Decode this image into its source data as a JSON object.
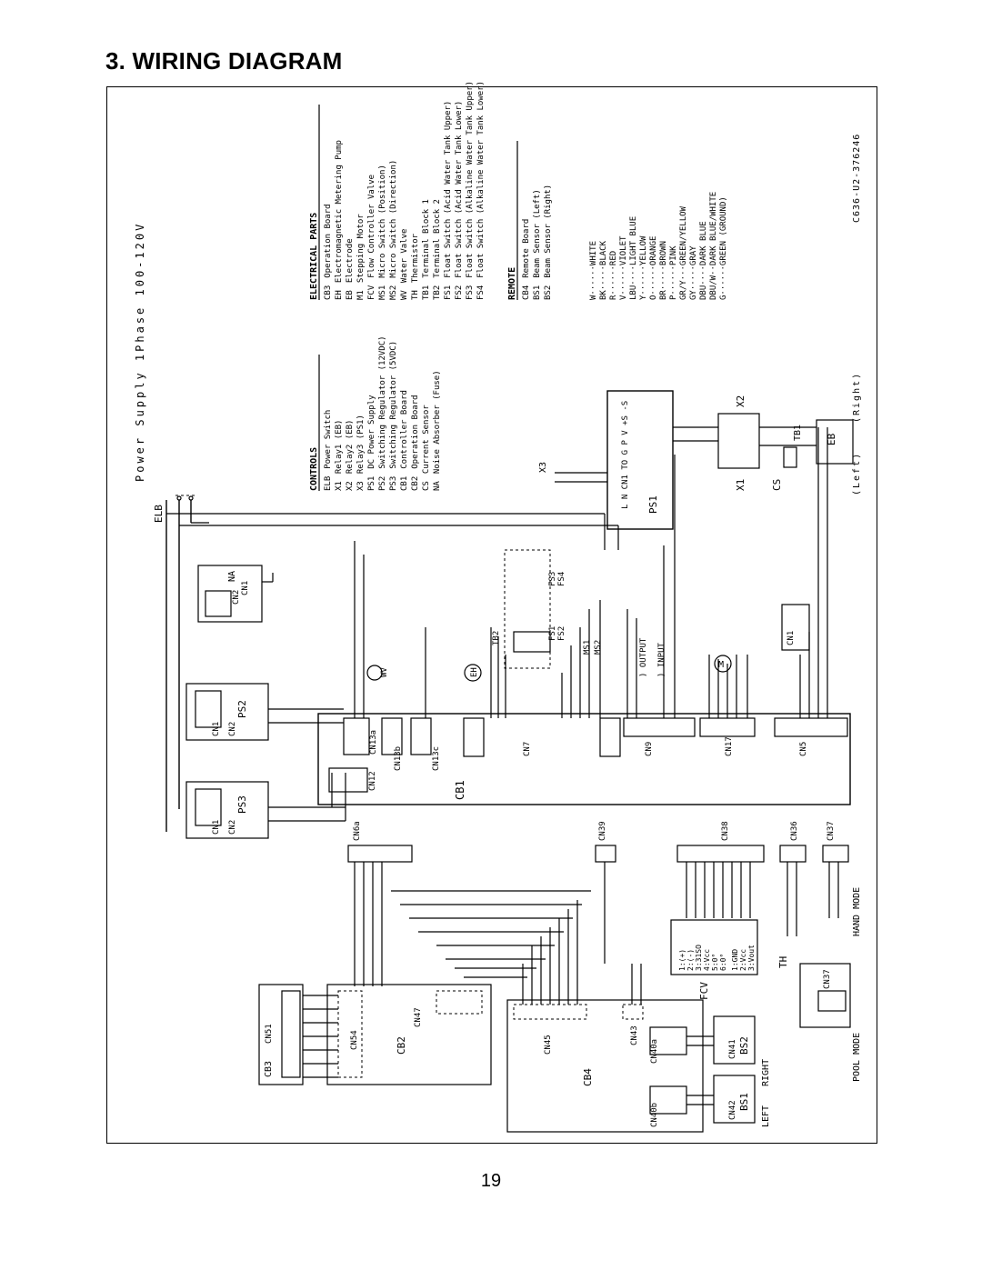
{
  "page": {
    "title": "3. WIRING DIAGRAM",
    "page_number": "19",
    "drawing_code": "C636-U2-376246"
  },
  "power": {
    "supply": "Power Supply 1Phase 100-120V",
    "elb": "ELB",
    "wires": [
      "W",
      "BK",
      "G"
    ]
  },
  "controls": {
    "header": "CONTROLS",
    "items": [
      {
        "code": "ELB",
        "desc": "Power Switch"
      },
      {
        "code": "X1",
        "desc": "Relay1 (EB)"
      },
      {
        "code": "X2",
        "desc": "Relay2 (EB)"
      },
      {
        "code": "X3",
        "desc": "Relay3 (PS1)"
      },
      {
        "code": "PS1",
        "desc": "DC Power Supply"
      },
      {
        "code": "PS2",
        "desc": "Switching Regulator (12VDC)"
      },
      {
        "code": "PS3",
        "desc": "Switching Regulator (5VDC)"
      },
      {
        "code": "CB1",
        "desc": "Controller Board"
      },
      {
        "code": "CB2",
        "desc": "Operation Board"
      },
      {
        "code": "CS",
        "desc": "Current Sensor"
      },
      {
        "code": "NA",
        "desc": "Noise Absorber (Fuse)"
      }
    ]
  },
  "electrical": {
    "header": "ELECTRICAL PARTS",
    "items": [
      {
        "code": "CB3",
        "desc": "Operation Board"
      },
      {
        "code": "EH",
        "desc": "Electromagnetic Metering Pump"
      },
      {
        "code": "EB",
        "desc": "Electrode"
      },
      {
        "code": "M1",
        "desc": "Stepping Motor"
      },
      {
        "code": "FCV",
        "desc": "Flow Controller Valve"
      },
      {
        "code": "MS1",
        "desc": "Micro Switch (Position)"
      },
      {
        "code": "MS2",
        "desc": "Micro Switch (Direction)"
      },
      {
        "code": "WV",
        "desc": "Water Valve"
      },
      {
        "code": "TH",
        "desc": "Thermistor"
      },
      {
        "code": "TB1",
        "desc": "Terminal Block 1"
      },
      {
        "code": "TB2",
        "desc": "Terminal Block 2"
      },
      {
        "code": "FS1",
        "desc": "Float Switch (Acid Water Tank Upper)"
      },
      {
        "code": "FS2",
        "desc": "Float Switch (Acid Water Tank Lower)"
      },
      {
        "code": "FS3",
        "desc": "Float Switch (Alkaline Water Tank Upper)"
      },
      {
        "code": "FS4",
        "desc": "Float Switch (Alkaline Water Tank Lower)"
      }
    ]
  },
  "remote": {
    "header": "REMOTE",
    "items": [
      {
        "code": "CB4",
        "desc": "Remote Board"
      },
      {
        "code": "BS1",
        "desc": "Beam Sensor (Left)"
      },
      {
        "code": "BS2",
        "desc": "Beam Sensor (Right)"
      }
    ]
  },
  "color_codes": [
    "W······WHITE",
    "BK·····BLACK",
    "R······RED",
    "V······VIOLET",
    "LBU····LIGHT BLUE",
    "Y······YELLOW",
    "O······ORANGE",
    "BR·····BROWN",
    "P······PINK",
    "GR/Y···GREEN/YELLOW",
    "GY·····GRAY",
    "DBU····DARK BLUE",
    "DBU/W··DARK BLUE/WHITE",
    "G······GREEN (GROUND)"
  ],
  "side_labels": {
    "left": "(Left)",
    "right": "(Right)",
    "hand_mode": "HAND MODE",
    "pool_mode": "POOL MODE",
    "left_sensor": "LEFT",
    "right_sensor": "RIGHT",
    "output": ") OUTPUT",
    "input": ") INPUT"
  },
  "components": {
    "cb1": "CB1",
    "cb2": "CB2",
    "cb3": "CB3",
    "cb4": "CB4",
    "ps1": "PS1",
    "ps2": "PS2",
    "ps3": "PS3",
    "tb1": "TB1",
    "tb2": "TB2",
    "x1": "X1",
    "x2": "X2",
    "x3": "X3",
    "cs": "CS",
    "eb": "EB",
    "eh": "EH",
    "wv": "WV",
    "fcv": "FCV",
    "th": "TH",
    "m": "M",
    "na": "NA",
    "bs1": "BS1",
    "bs2": "BS2",
    "ms1": "MS1",
    "ms2": "MS2",
    "fs1": "FS1",
    "fs2": "FS2",
    "fs3": "FS3",
    "fs4": "FS4",
    "ps1_terms": "L N CN1 TO G P V +S -S"
  },
  "connectors": {
    "cn13a": "CN13a",
    "cn13b": "CN13b",
    "cn13c": "CN13c",
    "cn12": "CN12",
    "cn7": "CN7",
    "cn9": "CN9",
    "cn17": "CN17",
    "cn5": "CN5",
    "cn6a": "CN6a",
    "cn39": "CN39",
    "cn38": "CN38",
    "cn36": "CN36",
    "cn37": "CN37",
    "cn51": "CN51",
    "cn54": "CN54",
    "cn47": "CN47",
    "cn45": "CN45",
    "cn43": "CN43",
    "cn40a": "CN40a",
    "cn40b": "CN40b",
    "cn41": "CN41",
    "cn42": "CN42",
    "cn1": "CN1",
    "cn2": "CN2"
  },
  "fcv_pins": [
    "1:(+)",
    "2:(-)",
    "3:31SO",
    "4:Vcc",
    "5:0°",
    "6:0°",
    "1:GND",
    "2:Vcc",
    "3:Vout"
  ]
}
